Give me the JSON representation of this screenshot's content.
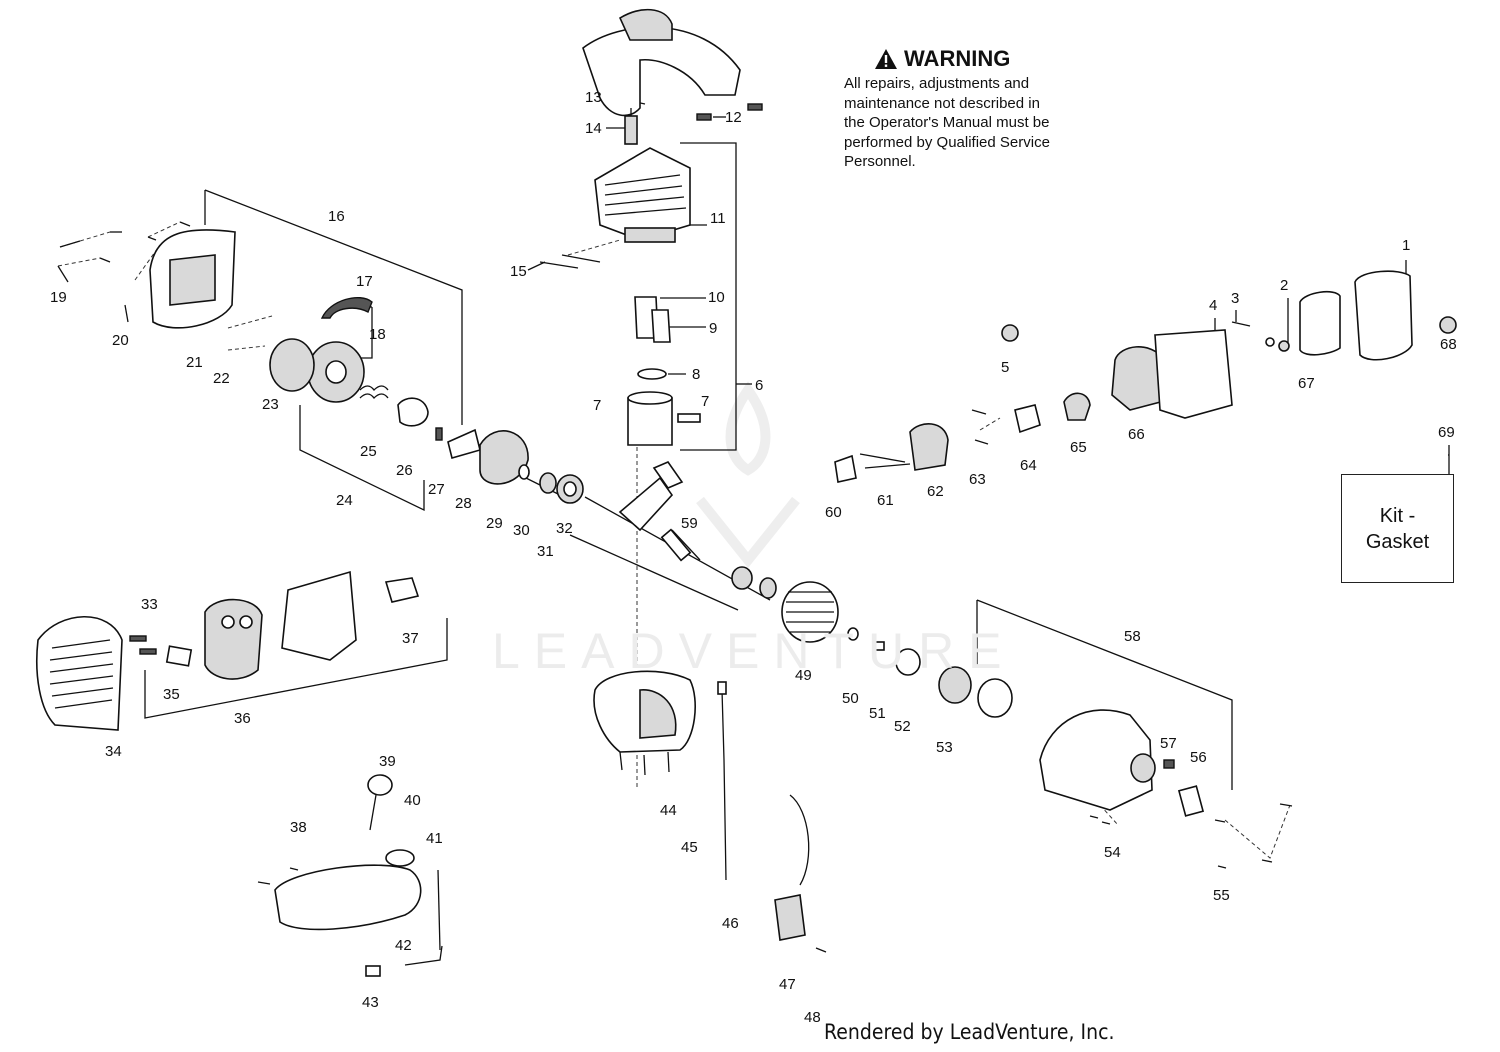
{
  "warning": {
    "title": "WARNING",
    "text_lines": [
      "All repairs, adjustments and",
      "maintenance not described in",
      "the Operator's Manual must be",
      "performed by Qualified Service",
      "Personnel."
    ]
  },
  "kit_box": {
    "line1": "Kit -",
    "line2": "Gasket"
  },
  "watermark": "LEADVENTURE",
  "footer": "Rendered by LeadVenture, Inc.",
  "part_labels": [
    "1",
    "2",
    "3",
    "4",
    "5",
    "6",
    "7",
    "8",
    "9",
    "10",
    "11",
    "12",
    "13",
    "14",
    "15",
    "16",
    "17",
    "18",
    "19",
    "20",
    "21",
    "22",
    "23",
    "24",
    "25",
    "26",
    "27",
    "28",
    "29",
    "30",
    "31",
    "32",
    "33",
    "34",
    "35",
    "36",
    "37",
    "38",
    "39",
    "40",
    "41",
    "42",
    "43",
    "44",
    "45",
    "46",
    "47",
    "48",
    "49",
    "50",
    "51",
    "52",
    "53",
    "54",
    "55",
    "56",
    "57",
    "58",
    "59",
    "60",
    "61",
    "62",
    "63",
    "64",
    "65",
    "66",
    "67",
    "68",
    "69"
  ]
}
